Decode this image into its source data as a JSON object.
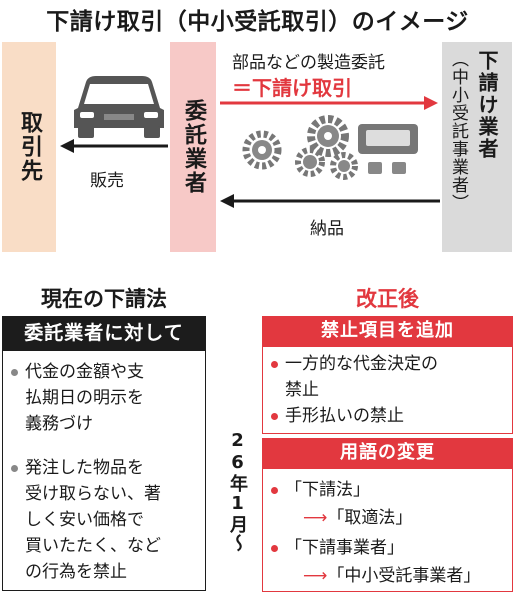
{
  "title": "下請け取引（中小受託取引）のイメージ",
  "diagram": {
    "partner": "取引先",
    "client": "委託業者",
    "contractor": "下請け業者",
    "contractor_sub": "（中小受託事業者）",
    "top_label_1": "部品などの製造委託",
    "top_label_2": "＝下請け取引",
    "sales_label": "販売",
    "delivery_label": "納品",
    "icons": [
      "car-icon",
      "gear-icon",
      "auto-parts-icon"
    ]
  },
  "left": {
    "heading": "現在の下請法",
    "bar": "委託業者に対して",
    "bullet_1": [
      "代金の金額や支",
      "払期日の明示を",
      "義務づけ"
    ],
    "bullet_2": [
      "発注した物品を",
      "受け取らない、著",
      "しく安い価格で",
      "買いたたく、など",
      "の行為を禁止"
    ]
  },
  "date": "26年1月〜",
  "right": {
    "heading": "改正後",
    "bar_1": "禁止項目を追加",
    "item_1": [
      "一方的な代金決定の",
      "禁止"
    ],
    "item_2": "手形払いの禁止",
    "bar_2": "用語の変更",
    "term_1_old": "「下請法」",
    "term_1_new": "「取適法」",
    "term_2_old": "「下請事業者」",
    "term_2_new": "「中小受託事業者」"
  },
  "colors": {
    "red": "#e2383f",
    "partner_bg": "#f9ddc6",
    "client_bg": "#f7c9c7",
    "contractor_bg": "#dadada"
  }
}
